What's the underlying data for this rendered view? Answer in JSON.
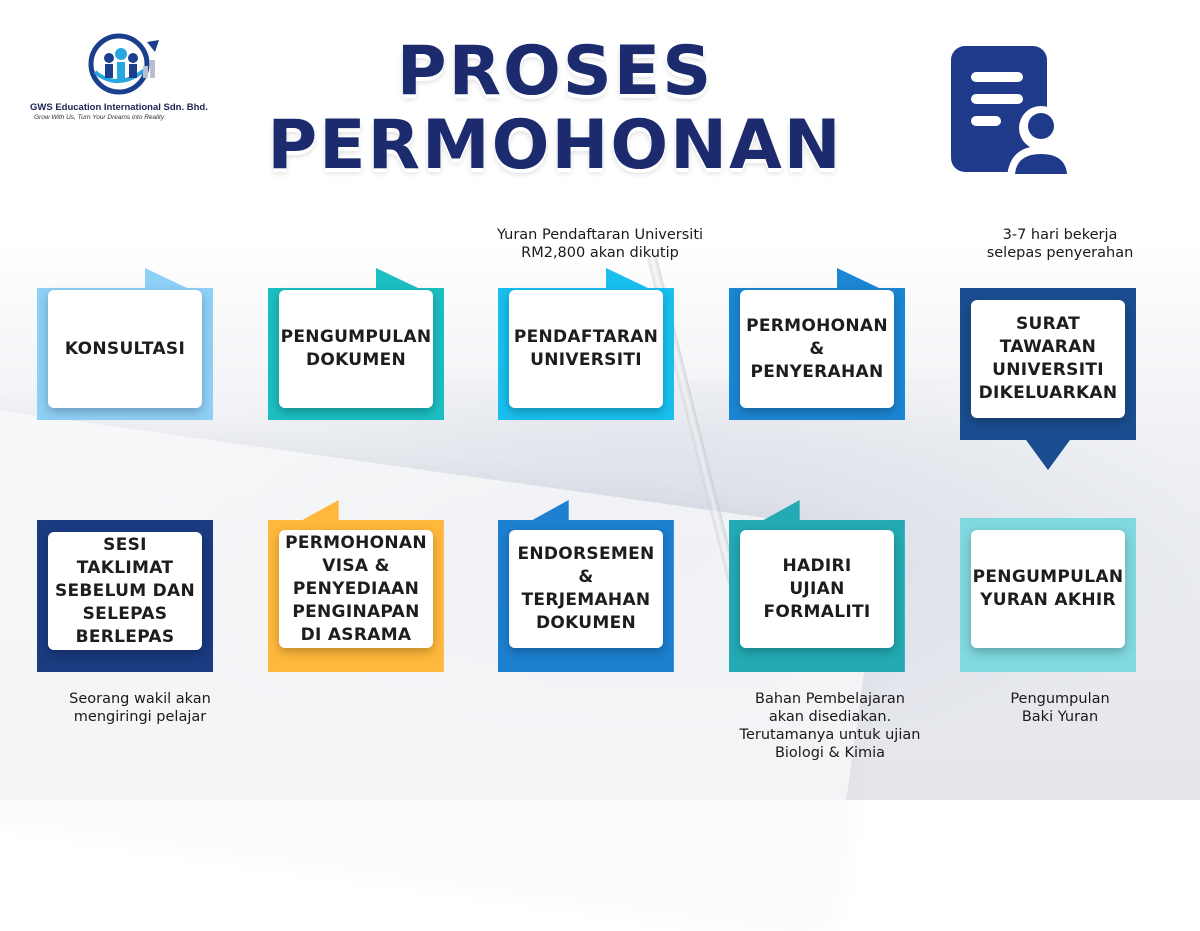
{
  "logo": {
    "name": "GWS Education International Sdn. Bhd.",
    "tagline": "Grow With Us, Turn Your Dreams into Reality"
  },
  "title": {
    "line1": "PROSES",
    "line2": "PERMOHONAN"
  },
  "icons": {
    "header": "document-user-icon",
    "logo": "globe-people-icon"
  },
  "colors": {
    "title": "#1c2a6e",
    "konsultasi": "#8fd0f7",
    "pengumpulan_dokumen": "#1bbfc2",
    "pendaftaran": "#19bfef",
    "permohonan": "#1b86d4",
    "surat": "#1a4d8f",
    "sesi": "#1a3b80",
    "visa": "#ffb83b",
    "endorsemen": "#1c7fd0",
    "hadiri": "#23aab4",
    "yuran": "#7fd9df"
  },
  "notes": {
    "pendaftaran": "Yuran Pendaftaran Universiti\nRM2,800 akan dikutip",
    "surat": "3-7 hari bekerja\nselepas penyerahan",
    "sesi": "Seorang wakil akan\nmengiringi pelajar",
    "hadiri": "Bahan Pembelajaran\nakan disediakan.\nTerutamanya untuk ujian\nBiologi & Kimia",
    "yuran": "Pengumpulan\nBaki Yuran"
  },
  "steps": {
    "s1": "KONSULTASI",
    "s2": "PENGUMPULAN\nDOKUMEN",
    "s3": "PENDAFTARAN\nUNIVERSITI",
    "s4": "PERMOHONAN\n&\nPENYERAHAN",
    "s5": "SURAT\nTAWARAN\nUNIVERSITI\nDIKELUARKAN",
    "s6": "SESI TAKLIMAT\nSEBELUM DAN\nSELEPAS\nBERLEPAS",
    "s7": "PERMOHONAN\nVISA &\nPENYEDIAAN\nPENGINAPAN\nDI ASRAMA",
    "s8": "ENDORSEMEN\n&\nTERJEMAHAN\nDOKUMEN",
    "s9": "HADIRI\nUJIAN\nFORMALITI",
    "s10": "PENGUMPULAN\nYURAN AKHIR"
  }
}
